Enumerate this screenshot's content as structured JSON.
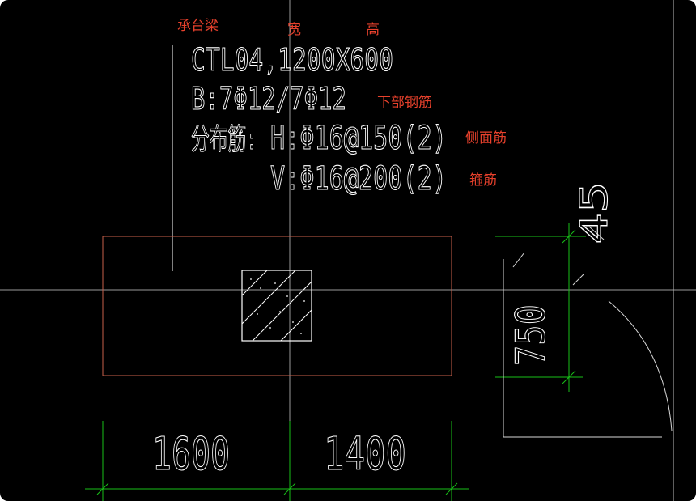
{
  "annotations": {
    "cap_beam": "承台梁",
    "width": "宽",
    "height": "高",
    "bottom_rebar": "下部钢筋",
    "side_rebar": "侧面筋",
    "stirrup": "箍筋"
  },
  "drawing": {
    "beam_spec": "CTL04,1200X600",
    "bottom_reinf": "B:7Φ12/7Φ12",
    "side_label": "分布筋:",
    "side_reinf": "H:Φ16@150(2)",
    "vertical_reinf": "V:Φ16@200(2)",
    "dim_left": "1600",
    "dim_right": "1400",
    "dim_vertical": "750",
    "dim_angle": "45"
  },
  "colors": {
    "background": "#000000",
    "text": "#ffffff",
    "annotation": "#e8412c",
    "dimension": "#18c018",
    "outline": "#c8604a",
    "axis": "#9a9a9a"
  }
}
